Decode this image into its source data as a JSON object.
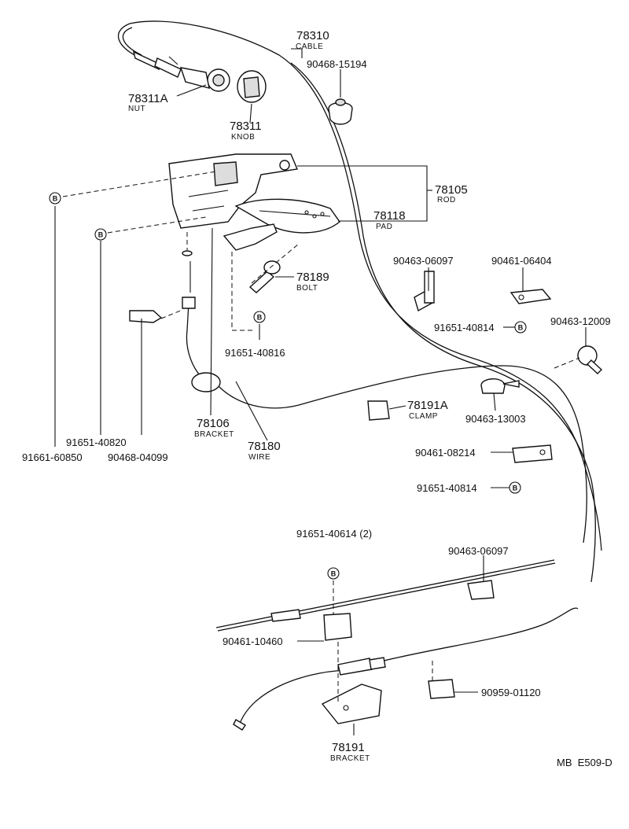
{
  "parts": {
    "p78310": {
      "number": "78310",
      "name": "CABLE"
    },
    "p90468_15194": {
      "number": "90468-15194"
    },
    "p78311A": {
      "number": "78311A",
      "name": "NUT"
    },
    "p78311": {
      "number": "78311",
      "name": "KNOB"
    },
    "p78105": {
      "number": "78105",
      "name": "ROD"
    },
    "p78118": {
      "number": "78118",
      "name": "PAD"
    },
    "p78189": {
      "number": "78189",
      "name": "BOLT"
    },
    "p91651_40816": {
      "number": "91651-40816"
    },
    "p90463_06097a": {
      "number": "90463-06097"
    },
    "p90461_06404": {
      "number": "90461-06404"
    },
    "p91651_40814a": {
      "number": "91651-40814"
    },
    "p90463_12009": {
      "number": "90463-12009"
    },
    "p78191A": {
      "number": "78191A",
      "name": "CLAMP"
    },
    "p90463_13003": {
      "number": "90463-13003"
    },
    "p90461_08214": {
      "number": "90461-08214"
    },
    "p91651_40814b": {
      "number": "91651-40814"
    },
    "p78106": {
      "number": "78106",
      "name": "BRACKET"
    },
    "p78180": {
      "number": "78180",
      "name": "WIRE"
    },
    "p91651_40820": {
      "number": "91651-40820"
    },
    "p91661_60850": {
      "number": "91661-60850"
    },
    "p90468_04099": {
      "number": "90468-04099"
    },
    "p91651_40614": {
      "number": "91651-40614 (2)"
    },
    "p90463_06097b": {
      "number": "90463-06097"
    },
    "p90461_10460": {
      "number": "90461-10460"
    },
    "p90959_01120": {
      "number": "90959-01120"
    },
    "p78191": {
      "number": "78191",
      "name": "BRACKET"
    }
  },
  "markers": {
    "b_symbol": "B"
  },
  "footer": {
    "code": "MB  E509-D"
  }
}
